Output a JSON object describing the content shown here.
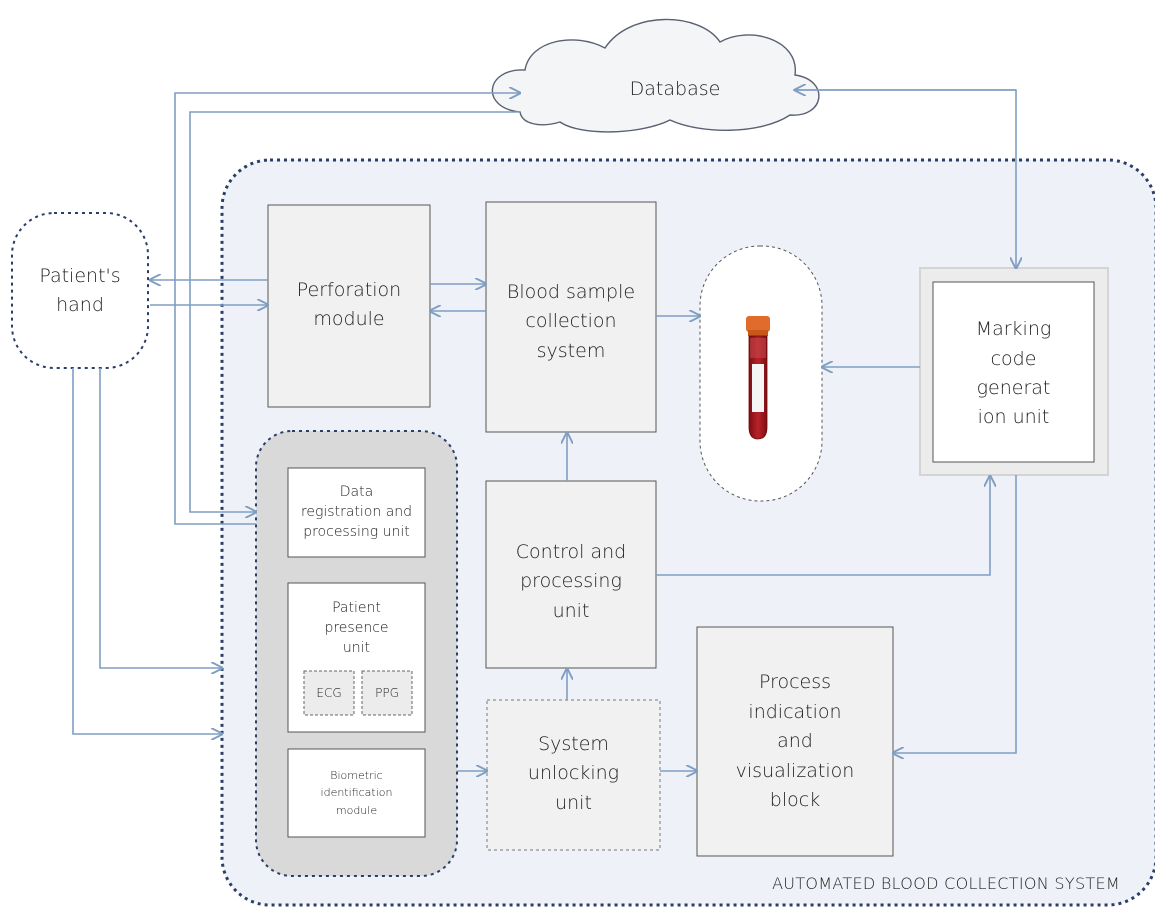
{
  "nodes": {
    "database": "Database",
    "patient_hand": "Patient's\nhand",
    "perforation": "Perforation\nmodule",
    "blood_sample": "Blood sample\ncollection\nsystem",
    "marking_code": "Marking\ncode\ngenerat\nion unit",
    "data_registration": "Data\nregistration and\nprocessing unit",
    "patient_presence": "Patient\npresence\nunit",
    "ecg": "ECG",
    "ppg": "PPG",
    "biometric": "Biometric\nidentification\nmodule",
    "control_processing": "Control and\nprocessing\nunit",
    "system_unlocking": "System\nunlocking\nunit",
    "process_indication": "Process\nindication\nand\nvisualization\nblock",
    "system_title": "AUTOMATED BLOOD COLLECTION SYSTEM"
  },
  "icons": {
    "cloud": "cloud-icon",
    "blood_tube": "blood-tube-icon"
  },
  "colors": {
    "arrow": "#7f9ec2",
    "system_bg": "#eef2f8",
    "system_border": "#2a3f68",
    "box_fill": "#f1f1f1",
    "box_border": "#555555",
    "group_fill": "#d9d9d9",
    "tube_cap": "#e06b2a",
    "tube_blood": "#a3161c"
  }
}
